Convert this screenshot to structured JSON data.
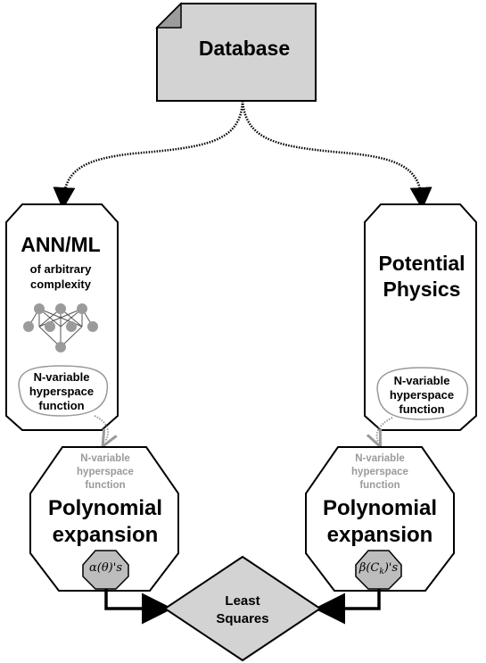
{
  "database": {
    "label": "Database"
  },
  "left_box": {
    "title": "ANN/ML",
    "subtitle_line1": "of arbitrary",
    "subtitle_line2": "complexity",
    "bubble_line1": "N-variable",
    "bubble_line2": "hyperspace",
    "bubble_line3": "function"
  },
  "right_box": {
    "title_line1": "Potential",
    "title_line2": "Physics",
    "bubble_line1": "N-variable",
    "bubble_line2": "hyperspace",
    "bubble_line3": "function"
  },
  "left_poly": {
    "caption_line1": "N-variable",
    "caption_line2": "hyperspace",
    "caption_line3": "function",
    "title_line1": "Polynomial",
    "title_line2": "expansion",
    "coef": "α(θ)'s"
  },
  "right_poly": {
    "caption_line1": "N-variable",
    "caption_line2": "hyperspace",
    "caption_line3": "function",
    "title_line1": "Polynomial",
    "title_line2": "expansion",
    "coef_pre": "β(C",
    "coef_sub": "k",
    "coef_post": ")'s"
  },
  "least_squares": {
    "line1": "Least",
    "line2": "Squares"
  },
  "colors": {
    "box_fill": "#d3d3d3",
    "stroke": "#000000",
    "gray_text": "#9a9a9a",
    "node": "#9b9b9b"
  }
}
